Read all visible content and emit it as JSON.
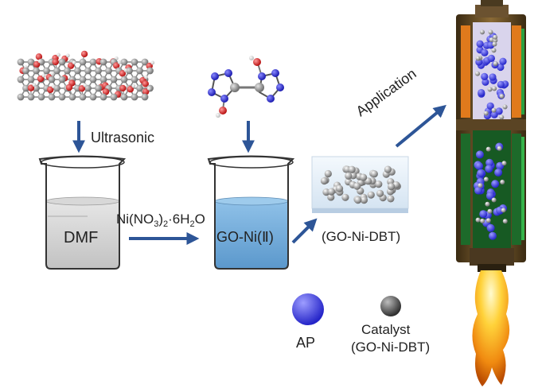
{
  "steps": {
    "ultrasonic": "Ultrasonic",
    "solvent": "DMF",
    "reagent": {
      "prefix": "Ni(NO",
      "sub1": "3",
      "mid": ")",
      "sub2": "2",
      "dot": "·6H",
      "sub3": "2",
      "suffix": "O"
    },
    "intermediate": "GO-Ni(Ⅱ)",
    "product": "(GO-Ni-DBT)",
    "application": "Application"
  },
  "legend": {
    "ap": "AP",
    "catalyst_line1": "Catalyst",
    "catalyst_line2": "(GO-Ni-DBT)"
  },
  "colors": {
    "arrow": "#2d5597",
    "ap_sphere": "#4a4ae0",
    "catalyst_sphere": "#555555",
    "dmf_liquid": "#c9c9c9",
    "gonii_liquid": "#6fa8d6",
    "oxygen": "#d81e1e",
    "carbon": "#888888",
    "nitrogen": "#2a2ad0",
    "motor_orange": "#e07a1c",
    "motor_green": "#2a9a3a"
  },
  "icons": [
    "graphene-oxide-molecule-icon",
    "dbt-molecule-icon",
    "beaker-icon",
    "rocket-motor-icon",
    "flame-icon"
  ]
}
